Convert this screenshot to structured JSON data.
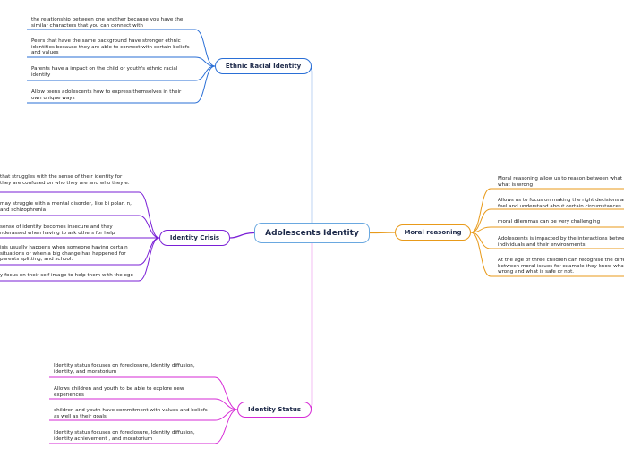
{
  "central": {
    "label": "Adolescents Identity",
    "color": "#6aa8e0"
  },
  "branches": [
    {
      "id": "ethnic",
      "label": "Ethnic Racial Identity",
      "color": "#2a6fd6",
      "leaves": [
        "the relationship between one another because you have the similar characters that you can connect with",
        "Peers that have the same background have stronger ethnic identities because they are able to connect with certain beliefs and values",
        "Parents have a impact on the child or youth's ethnic racial identity",
        "Allow teens adolescents how to express themselves in their own unique ways"
      ]
    },
    {
      "id": "crisis",
      "label": "Identity Crisis",
      "color": "#7a1fd6",
      "leaves": [
        "that struggles with the sense of their identity for they are confused on who they are and who they e.",
        "may struggle with a mental disorder, like bi polar, n, and schizophrenia",
        "sense of identity becomes insecure and they nderassed when having to ask others for help",
        "isis usually happens when someone having certain situations or when a big change has happened for parents splitting, and school.",
        "y focus on their self image to help them with the ego"
      ]
    },
    {
      "id": "moral",
      "label": "Moral reasoning",
      "color": "#e89a1a",
      "leaves": [
        "Moral reasoning allow us to reason between what i what is wrong",
        "Allows us to focus on making the right decisions an feel and understand about certain circumstances",
        "moral dilemmas can be very challenging",
        "Adolescents is impacted by the interactions betwee individuals and their environments",
        "At the age of  three children can recognise the diffe between moral issues for example they know what wrong and what is safe or not."
      ]
    },
    {
      "id": "status",
      "label": "Identity Status",
      "color": "#d62ad6",
      "leaves": [
        "Identity status focuses on foreclosure, Identity diffusion, identity, and moratorium",
        "Allows children and youth to be able to explore new experiences",
        "children and youth have commitment with values and beliefs as well as their goals",
        "Identity status focuses on foreclosure, Identity diffusion, identity achievement , and moratorium"
      ]
    }
  ]
}
